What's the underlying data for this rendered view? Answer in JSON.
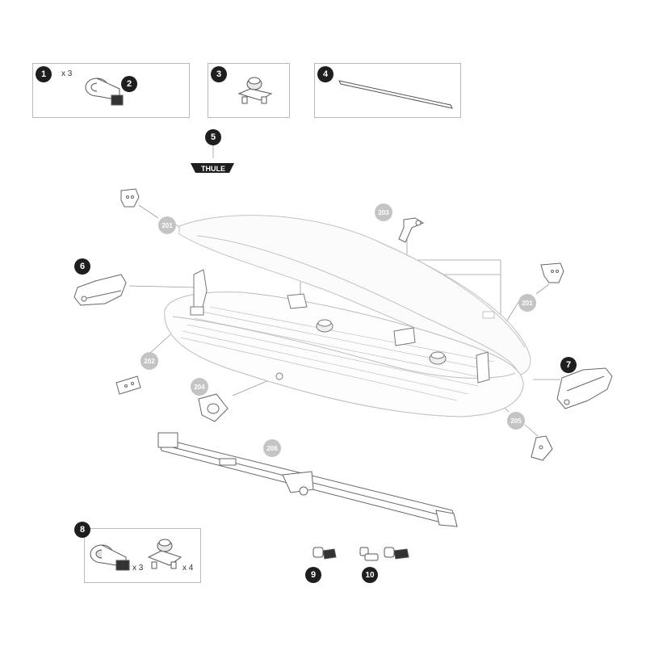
{
  "brand": {
    "logo_text": "THULE"
  },
  "colors": {
    "badge_dark": "#1e1e1e",
    "badge_grey": "#c4c4c4",
    "line": "#9a9a9a",
    "part_stroke": "#555555"
  },
  "callouts": {
    "c1": "1",
    "c2": "2",
    "c3": "3",
    "c4": "4",
    "c5": "5",
    "c6": "6",
    "c7": "7",
    "c8": "8",
    "c9": "9",
    "c10": "10",
    "c201a": "201",
    "c201b": "201",
    "c202": "202",
    "c203": "203",
    "c204": "204",
    "c205": "205",
    "c206": "206"
  },
  "quantities": {
    "q1": "x 3",
    "q8a": "x 3",
    "q8b": "x 4"
  }
}
